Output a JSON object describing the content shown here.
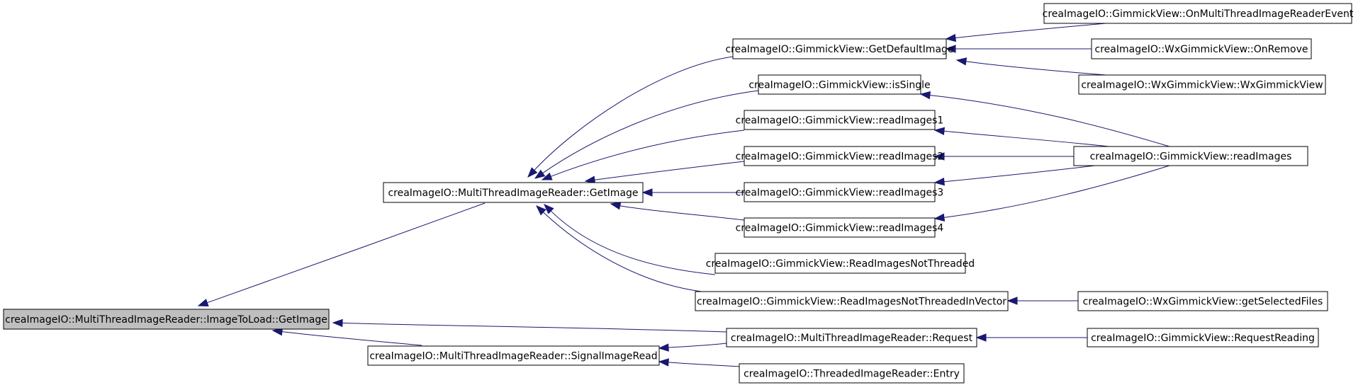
{
  "diagram": {
    "nodes": [
      {
        "id": "root",
        "label": "creaImageIO::MultiThreadImageReader::ImageToLoad::GetImage",
        "highlighted": true
      },
      {
        "id": "getimage",
        "label": "creaImageIO::MultiThreadImageReader::GetImage"
      },
      {
        "id": "signal",
        "label": "creaImageIO::MultiThreadImageReader::SignalImageRead"
      },
      {
        "id": "request",
        "label": "creaImageIO::MultiThreadImageReader::Request"
      },
      {
        "id": "entry",
        "label": "creaImageIO::ThreadedImageReader::Entry"
      },
      {
        "id": "defaultimage",
        "label": "creaImageIO::GimmickView::GetDefaultImage"
      },
      {
        "id": "issingle",
        "label": "creaImageIO::GimmickView::isSingle"
      },
      {
        "id": "ri1",
        "label": "creaImageIO::GimmickView::readImages1"
      },
      {
        "id": "ri2",
        "label": "creaImageIO::GimmickView::readImages2"
      },
      {
        "id": "ri3",
        "label": "creaImageIO::GimmickView::readImages3"
      },
      {
        "id": "ri4",
        "label": "creaImageIO::GimmickView::readImages4"
      },
      {
        "id": "rint",
        "label": "creaImageIO::GimmickView::ReadImagesNotThreaded"
      },
      {
        "id": "rintv",
        "label": "creaImageIO::GimmickView::ReadImagesNotThreadedInVector"
      },
      {
        "id": "onmt",
        "label": "creaImageIO::GimmickView::OnMultiThreadImageReaderEvent"
      },
      {
        "id": "onremove",
        "label": "creaImageIO::WxGimmickView::OnRemove"
      },
      {
        "id": "wxgv",
        "label": "creaImageIO::WxGimmickView::WxGimmickView"
      },
      {
        "id": "readimages",
        "label": "creaImageIO::GimmickView::readImages"
      },
      {
        "id": "getselected",
        "label": "creaImageIO::WxGimmickView::getSelectedFiles"
      },
      {
        "id": "requestreading",
        "label": "creaImageIO::GimmickView::RequestReading"
      }
    ],
    "edges": [
      {
        "from": "getimage",
        "to": "root"
      },
      {
        "from": "request",
        "to": "root"
      },
      {
        "from": "signal",
        "to": "root"
      },
      {
        "from": "defaultimage",
        "to": "getimage"
      },
      {
        "from": "issingle",
        "to": "getimage"
      },
      {
        "from": "ri1",
        "to": "getimage"
      },
      {
        "from": "ri2",
        "to": "getimage"
      },
      {
        "from": "ri3",
        "to": "getimage"
      },
      {
        "from": "ri4",
        "to": "getimage"
      },
      {
        "from": "rint",
        "to": "getimage"
      },
      {
        "from": "rintv",
        "to": "getimage"
      },
      {
        "from": "request",
        "to": "signal"
      },
      {
        "from": "entry",
        "to": "signal"
      },
      {
        "from": "onmt",
        "to": "defaultimage"
      },
      {
        "from": "onremove",
        "to": "defaultimage"
      },
      {
        "from": "wxgv",
        "to": "defaultimage"
      },
      {
        "from": "readimages",
        "to": "issingle"
      },
      {
        "from": "readimages",
        "to": "ri1"
      },
      {
        "from": "readimages",
        "to": "ri2"
      },
      {
        "from": "readimages",
        "to": "ri3"
      },
      {
        "from": "readimages",
        "to": "ri4"
      },
      {
        "from": "getselected",
        "to": "rintv"
      },
      {
        "from": "requestreading",
        "to": "request"
      }
    ],
    "colors": {
      "edge": "#191970",
      "highlight_fill": "#bfbfbf",
      "node_border": "#000000"
    }
  }
}
